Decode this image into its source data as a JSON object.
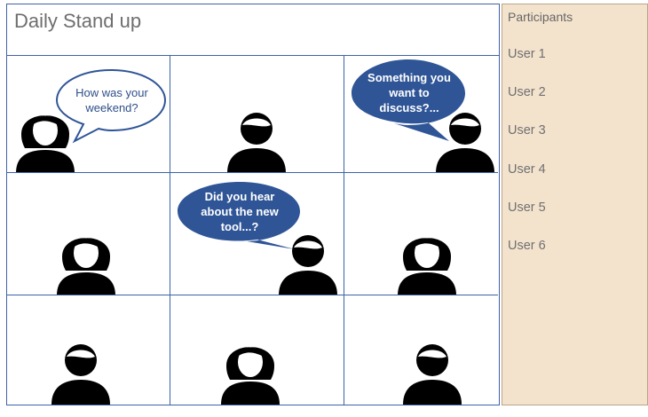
{
  "meeting": {
    "title": "Daily Stand up"
  },
  "bubbles": {
    "b1": "How was your weekend?",
    "b2": "Something you want to discuss?...",
    "b3": "Did you hear about the new tool...?"
  },
  "participants_panel": {
    "heading": "Participants",
    "users": [
      {
        "label": "User 1"
      },
      {
        "label": "User 2"
      },
      {
        "label": "User 3"
      },
      {
        "label": "User 4"
      },
      {
        "label": "User 5"
      },
      {
        "label": "User 6"
      }
    ]
  },
  "colors": {
    "frame": "#3e63a5",
    "bubble_dark": "#2f5597",
    "panel_bg": "#f3e3cd"
  }
}
